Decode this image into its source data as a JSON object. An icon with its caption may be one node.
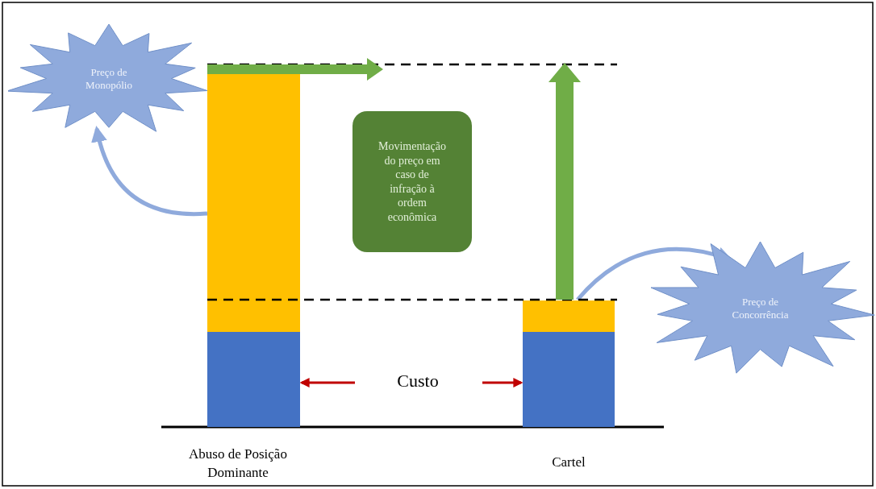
{
  "diagram": {
    "nodes": [
      {
        "text": [
          "Preço de Monopólio"
        ]
      },
      {
        "text": [
          "Movimentação do preço em caso de infração à ordem econômica"
        ]
      },
      {
        "text": [
          "Preço de Concorrência"
        ]
      },
      {
        "text": [],
        "shape": "bar"
      },
      {
        "text": [],
        "shape": "bar"
      },
      {
        "text": [],
        "shape": "bar"
      },
      {
        "text": [],
        "shape": "bar"
      },
      {
        "text": [
          "Custo"
        ]
      }
    ],
    "edges": [
      {
        "from": 3,
        "to": 0,
        "arrow": "to",
        "color": "#8faadc"
      },
      {
        "from": 5,
        "to": 2,
        "arrow": "to",
        "color": "#8faadc"
      },
      {
        "from": 7,
        "to": 4,
        "arrow": "to",
        "color": "#c00000"
      },
      {
        "from": 7,
        "to": 6,
        "arrow": "to",
        "color": "#c00000"
      }
    ],
    "labels": [
      "Abuso de Posição Dominante",
      "Cartel"
    ]
  }
}
